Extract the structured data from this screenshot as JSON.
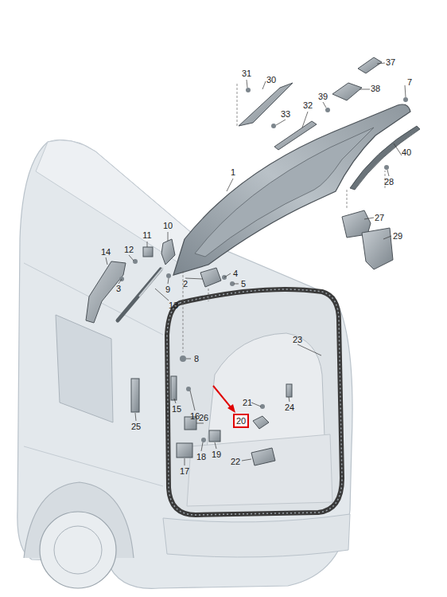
{
  "diagram": {
    "nodes": [
      {
        "text": [
          "20"
        ]
      }
    ],
    "edges": [],
    "labels": [
      "1",
      "2",
      "3",
      "4",
      "5",
      "7",
      "8",
      "9",
      "10",
      "11",
      "12",
      "13",
      "14",
      "15",
      "16",
      "17",
      "18",
      "19",
      "21",
      "22",
      "23",
      "24",
      "25",
      "26",
      "27",
      "28",
      "29",
      "30",
      "31",
      "32",
      "33",
      "37",
      "38",
      "39",
      "40"
    ]
  }
}
